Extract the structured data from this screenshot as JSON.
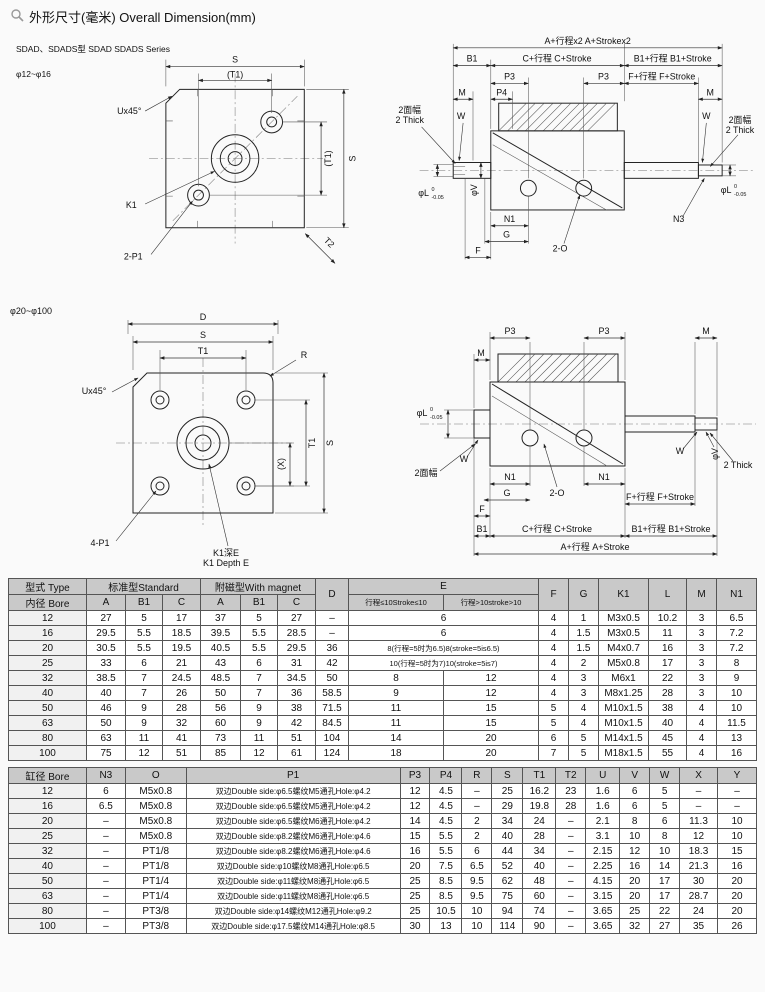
{
  "page": {
    "title": "外形尺寸(毫米) Overall Dimension(mm)"
  },
  "section1": {
    "series_line1": "SDAD、SDADS型 SDAD SDADS Series",
    "series_line2": "φ12~φ16"
  },
  "section2": {
    "bore_range": "φ20~φ100"
  },
  "labels": {
    "s": "S",
    "t1": "T1",
    "t1_paren": "(T1)",
    "t2": "T2",
    "d": "D",
    "r": "R",
    "x_paren": "(X)",
    "ux45": "Ux45°",
    "k1": "K1",
    "two_p1": "2-P1",
    "four_p1": "4-P1",
    "k1_depth_zh": "K1深E",
    "k1_depth_en": "K1 Depth E",
    "a_stroke_x2": "A+行程x2  A+Strokex2",
    "a_stroke": "A+行程  A+Stroke",
    "b1": "B1",
    "c_stroke": "C+行程  C+Stroke",
    "b1_stroke": "B1+行程  B1+Stroke",
    "f_stroke": "F+行程  F+Stroke",
    "p3": "P3",
    "p4": "P4",
    "m": "M",
    "w": "W",
    "face_zh": "2面幅",
    "face_en": "2 Thick",
    "phi_v": "φV",
    "phi_l": "φL",
    "tol_upper": "0",
    "tol_lower": "-0.05",
    "n1": "N1",
    "n3": "N3",
    "g": "G",
    "f": "F",
    "two_o": "2-O"
  },
  "table1": {
    "headers": {
      "type": "型式 Type",
      "bore": "内径 Bore",
      "standard": "标准型Standard",
      "magnet": "附磁型With magnet",
      "a": "A",
      "b1": "B1",
      "c": "C",
      "d": "D",
      "e": "E",
      "e_le10": "行程≤10Stroke≤10",
      "e_gt10": "行程>10stroke>10",
      "f": "F",
      "g": "G",
      "k1": "K1",
      "l": "L",
      "m": "M",
      "n1": "N1"
    },
    "rows": [
      {
        "bore": "12",
        "cells": [
          "27",
          "5",
          "17",
          "37",
          "5",
          "27",
          "–"
        ],
        "e": [
          "6"
        ],
        "tail": [
          "4",
          "1",
          "M3x0.5",
          "10.2",
          "3",
          "6.5"
        ]
      },
      {
        "bore": "16",
        "cells": [
          "29.5",
          "5.5",
          "18.5",
          "39.5",
          "5.5",
          "28.5",
          "–"
        ],
        "e": [
          "6"
        ],
        "tail": [
          "4",
          "1.5",
          "M3x0.5",
          "11",
          "3",
          "7.2"
        ]
      },
      {
        "bore": "20",
        "cells": [
          "30.5",
          "5.5",
          "19.5",
          "40.5",
          "5.5",
          "29.5",
          "36"
        ],
        "e": [
          "8(行程=5时为6.5)8(stroke=5is6.5)"
        ],
        "tail": [
          "4",
          "1.5",
          "M4x0.7",
          "16",
          "3",
          "7.2"
        ]
      },
      {
        "bore": "25",
        "cells": [
          "33",
          "6",
          "21",
          "43",
          "6",
          "31",
          "42"
        ],
        "e": [
          "10(行程=5时为7)10(stroke=5is7)"
        ],
        "tail": [
          "4",
          "2",
          "M5x0.8",
          "17",
          "3",
          "8"
        ]
      },
      {
        "bore": "32",
        "cells": [
          "38.5",
          "7",
          "24.5",
          "48.5",
          "7",
          "34.5",
          "50"
        ],
        "e": [
          "8",
          "12"
        ],
        "tail": [
          "4",
          "3",
          "M6x1",
          "22",
          "3",
          "9"
        ]
      },
      {
        "bore": "40",
        "cells": [
          "40",
          "7",
          "26",
          "50",
          "7",
          "36",
          "58.5"
        ],
        "e": [
          "9",
          "12"
        ],
        "tail": [
          "4",
          "3",
          "M8x1.25",
          "28",
          "3",
          "10"
        ]
      },
      {
        "bore": "50",
        "cells": [
          "46",
          "9",
          "28",
          "56",
          "9",
          "38",
          "71.5"
        ],
        "e": [
          "11",
          "15"
        ],
        "tail": [
          "5",
          "4",
          "M10x1.5",
          "38",
          "4",
          "10"
        ]
      },
      {
        "bore": "63",
        "cells": [
          "50",
          "9",
          "32",
          "60",
          "9",
          "42",
          "84.5"
        ],
        "e": [
          "11",
          "15"
        ],
        "tail": [
          "5",
          "4",
          "M10x1.5",
          "40",
          "4",
          "11.5"
        ]
      },
      {
        "bore": "80",
        "cells": [
          "63",
          "11",
          "41",
          "73",
          "11",
          "51",
          "104"
        ],
        "e": [
          "14",
          "20"
        ],
        "tail": [
          "6",
          "5",
          "M14x1.5",
          "45",
          "4",
          "13"
        ]
      },
      {
        "bore": "100",
        "cells": [
          "75",
          "12",
          "51",
          "85",
          "12",
          "61",
          "124"
        ],
        "e": [
          "18",
          "20"
        ],
        "tail": [
          "7",
          "5",
          "M18x1.5",
          "55",
          "4",
          "16"
        ]
      }
    ]
  },
  "table2": {
    "headers": [
      "缸径 Bore",
      "N3",
      "O",
      "P1",
      "P3",
      "P4",
      "R",
      "S",
      "T1",
      "T2",
      "U",
      "V",
      "W",
      "X",
      "Y"
    ],
    "rows": [
      [
        "12",
        "6",
        "M5x0.8",
        "双边Double side:φ6.5螺纹M5通孔Hole:φ4.2",
        "12",
        "4.5",
        "–",
        "25",
        "16.2",
        "23",
        "1.6",
        "6",
        "5",
        "–",
        "–"
      ],
      [
        "16",
        "6.5",
        "M5x0.8",
        "双边Double side:φ6.5螺纹M5通孔Hole:φ4.2",
        "12",
        "4.5",
        "–",
        "29",
        "19.8",
        "28",
        "1.6",
        "6",
        "5",
        "–",
        "–"
      ],
      [
        "20",
        "–",
        "M5x0.8",
        "双边Double side:φ6.5螺纹M6通孔Hole:φ4.2",
        "14",
        "4.5",
        "2",
        "34",
        "24",
        "–",
        "2.1",
        "8",
        "6",
        "11.3",
        "10"
      ],
      [
        "25",
        "–",
        "M5x0.8",
        "双边Double side:φ8.2螺纹M6通孔Hole:φ4.6",
        "15",
        "5.5",
        "2",
        "40",
        "28",
        "–",
        "3.1",
        "10",
        "8",
        "12",
        "10"
      ],
      [
        "32",
        "–",
        "PT1/8",
        "双边Double side:φ8.2螺纹M6通孔Hole:φ4.6",
        "16",
        "5.5",
        "6",
        "44",
        "34",
        "–",
        "2.15",
        "12",
        "10",
        "18.3",
        "15"
      ],
      [
        "40",
        "–",
        "PT1/8",
        "双边Double side:φ10螺纹M8通孔Hole:φ6.5",
        "20",
        "7.5",
        "6.5",
        "52",
        "40",
        "–",
        "2.25",
        "16",
        "14",
        "21.3",
        "16"
      ],
      [
        "50",
        "–",
        "PT1/4",
        "双边Double side:φ11螺纹M8通孔Hole:φ6.5",
        "25",
        "8.5",
        "9.5",
        "62",
        "48",
        "–",
        "4.15",
        "20",
        "17",
        "30",
        "20"
      ],
      [
        "63",
        "–",
        "PT1/4",
        "双边Double side:φ11螺纹M8通孔Hole:φ6.5",
        "25",
        "8.5",
        "9.5",
        "75",
        "60",
        "–",
        "3.15",
        "20",
        "17",
        "28.7",
        "20"
      ],
      [
        "80",
        "–",
        "PT3/8",
        "双边Double side:φ14螺纹M12通孔Hole:φ9.2",
        "25",
        "10.5",
        "10",
        "94",
        "74",
        "–",
        "3.65",
        "25",
        "22",
        "24",
        "20"
      ],
      [
        "100",
        "–",
        "PT3/8",
        "双边Double side:φ17.5螺纹M14通孔Hole:φ8.5",
        "30",
        "13",
        "10",
        "114",
        "90",
        "–",
        "3.65",
        "32",
        "27",
        "35",
        "26"
      ]
    ]
  }
}
